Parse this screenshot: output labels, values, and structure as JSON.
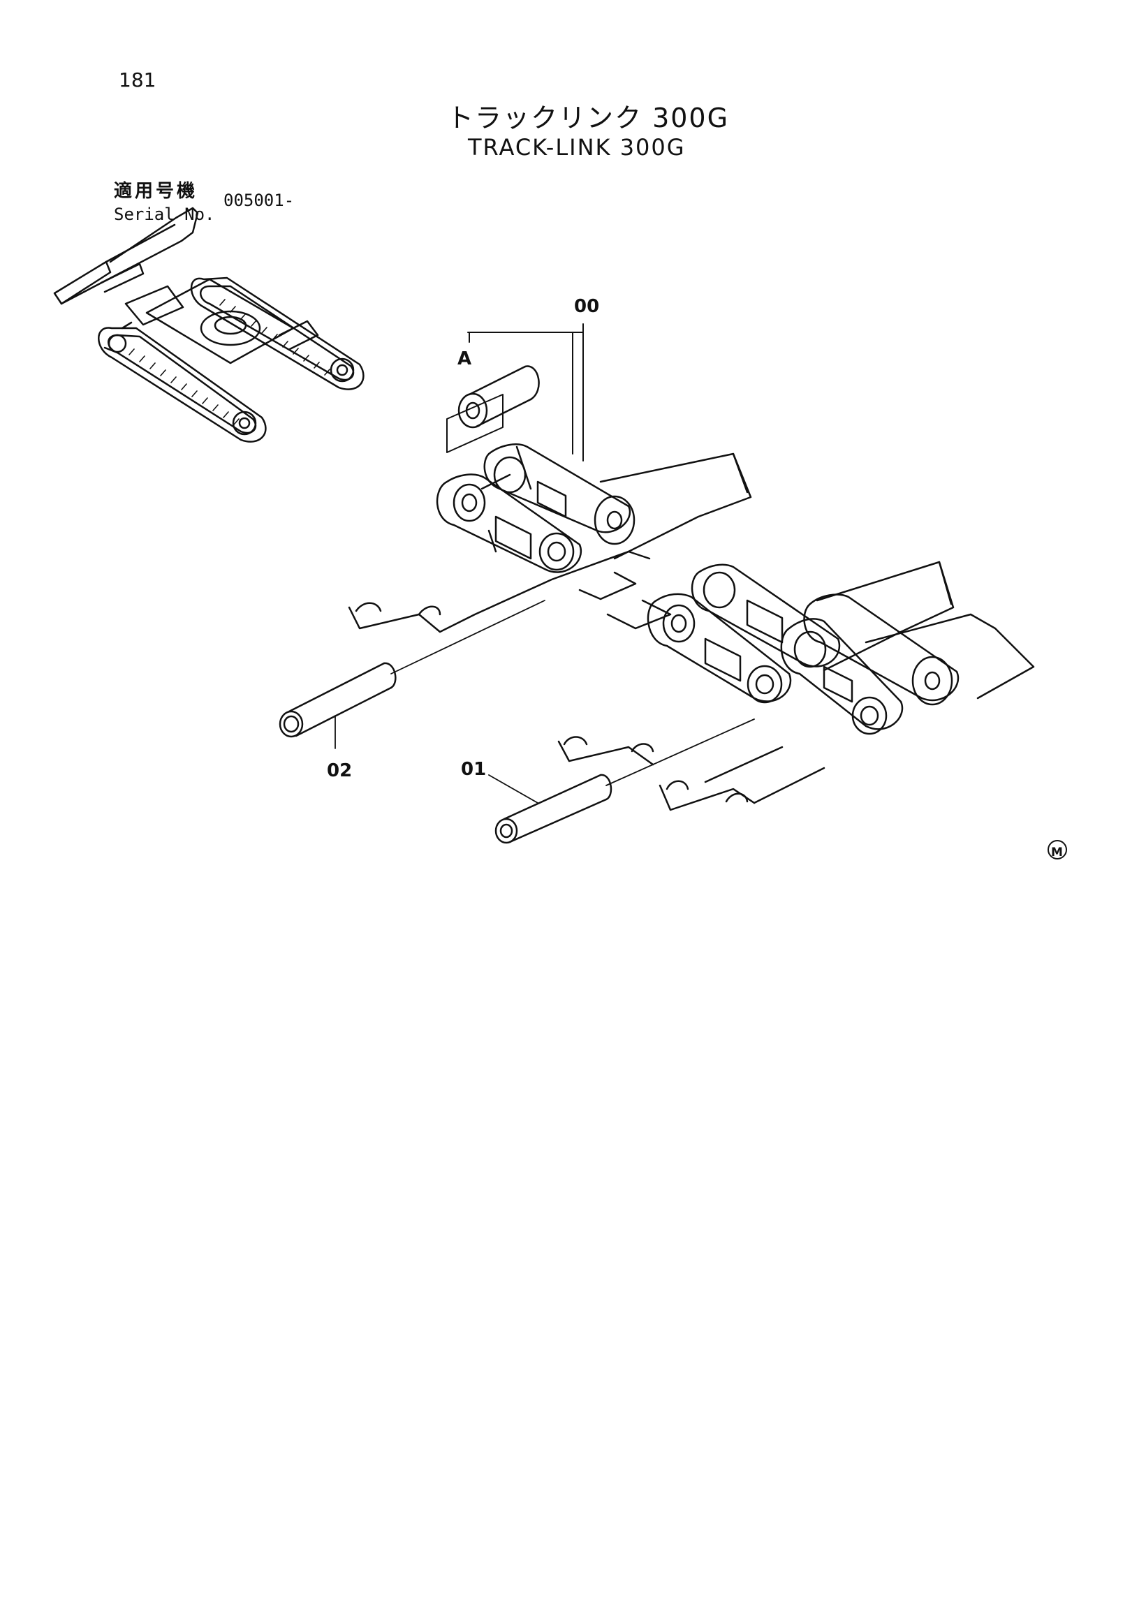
{
  "page": {
    "number": "181",
    "title_jp": "トラックリンク 300G",
    "title_en": "TRACK-LINK 300G"
  },
  "serial": {
    "label_jp": "適用号機",
    "label_en": "Serial No.",
    "value": "005001-"
  },
  "callouts": {
    "assembly": "00",
    "sub_a": "A",
    "pin_02": "02",
    "pin_01": "01",
    "mark": "M"
  }
}
